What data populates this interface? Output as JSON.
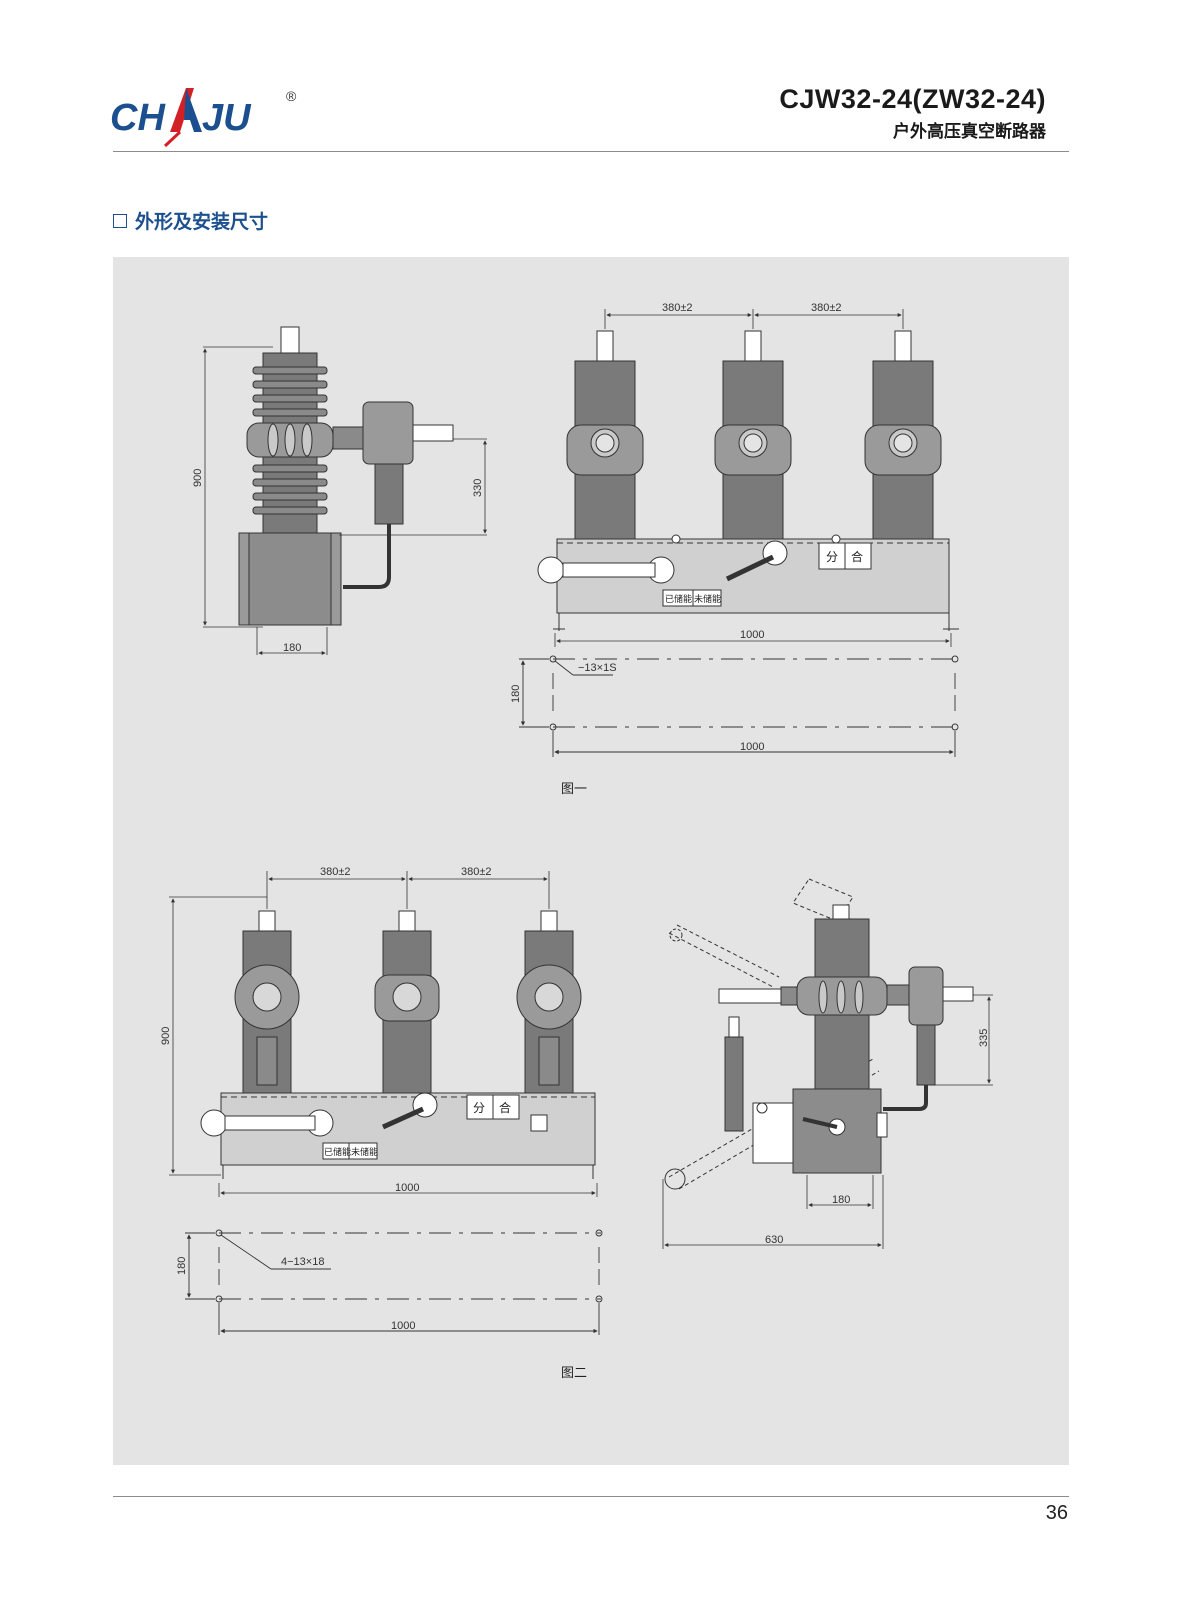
{
  "header": {
    "brand": "CHAJU",
    "registered_mark": "®",
    "model": "CJW32-24(ZW32-24)",
    "product_name": "户外高压真空断路器"
  },
  "section": {
    "title": "外形及安装尺寸"
  },
  "figure1": {
    "caption": "图一",
    "side_view": {
      "height": "900",
      "terminal": "330",
      "base": "180"
    },
    "front_view": {
      "pitch_left": "380±2",
      "pitch_right": "380±2",
      "width": "1000",
      "btn_open": "分",
      "btn_close": "合",
      "stored": "已储能",
      "not_stored": "未储能"
    },
    "mounting": {
      "hole": "−13×1S",
      "depth": "180",
      "width": "1000"
    }
  },
  "figure2": {
    "caption": "图二",
    "front_view": {
      "height": "900",
      "pitch_left": "380±2",
      "pitch_right": "380±2",
      "width": "1000",
      "btn_open": "分",
      "btn_close": "合",
      "stored": "已储能",
      "not_stored": "未储能"
    },
    "mounting": {
      "hole": "4−13×18",
      "depth": "180",
      "width": "1000"
    },
    "side_view": {
      "terminal": "335",
      "base": "180",
      "reach": "630"
    }
  },
  "footer": {
    "page_number": "36"
  },
  "colors": {
    "brand_blue": "#1b4f8f",
    "brand_red": "#d32027",
    "panel_gray": "#e4e4e4",
    "drawing_fill": "#7a7a7a"
  }
}
